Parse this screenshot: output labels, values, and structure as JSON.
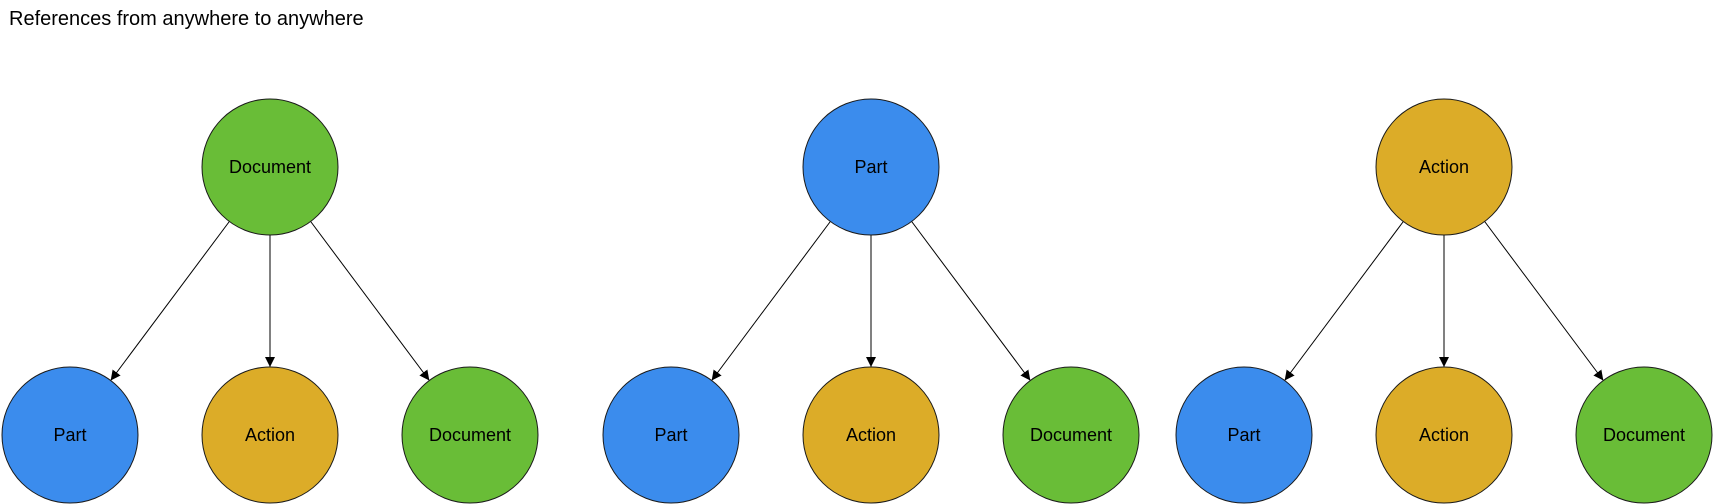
{
  "title": "References from anywhere to anywhere",
  "colors": {
    "document": "#69bd37",
    "part": "#3b8ced",
    "action": "#dcac28",
    "stroke": "#1a1a1a",
    "arrow": "#000000"
  },
  "groups": [
    {
      "root": {
        "label": "Document",
        "type": "document"
      },
      "children": [
        {
          "label": "Part",
          "type": "part"
        },
        {
          "label": "Action",
          "type": "action"
        },
        {
          "label": "Document",
          "type": "document"
        }
      ]
    },
    {
      "root": {
        "label": "Part",
        "type": "part"
      },
      "children": [
        {
          "label": "Part",
          "type": "part"
        },
        {
          "label": "Action",
          "type": "action"
        },
        {
          "label": "Document",
          "type": "document"
        }
      ]
    },
    {
      "root": {
        "label": "Action",
        "type": "action"
      },
      "children": [
        {
          "label": "Part",
          "type": "part"
        },
        {
          "label": "Action",
          "type": "action"
        },
        {
          "label": "Document",
          "type": "document"
        }
      ]
    }
  ]
}
